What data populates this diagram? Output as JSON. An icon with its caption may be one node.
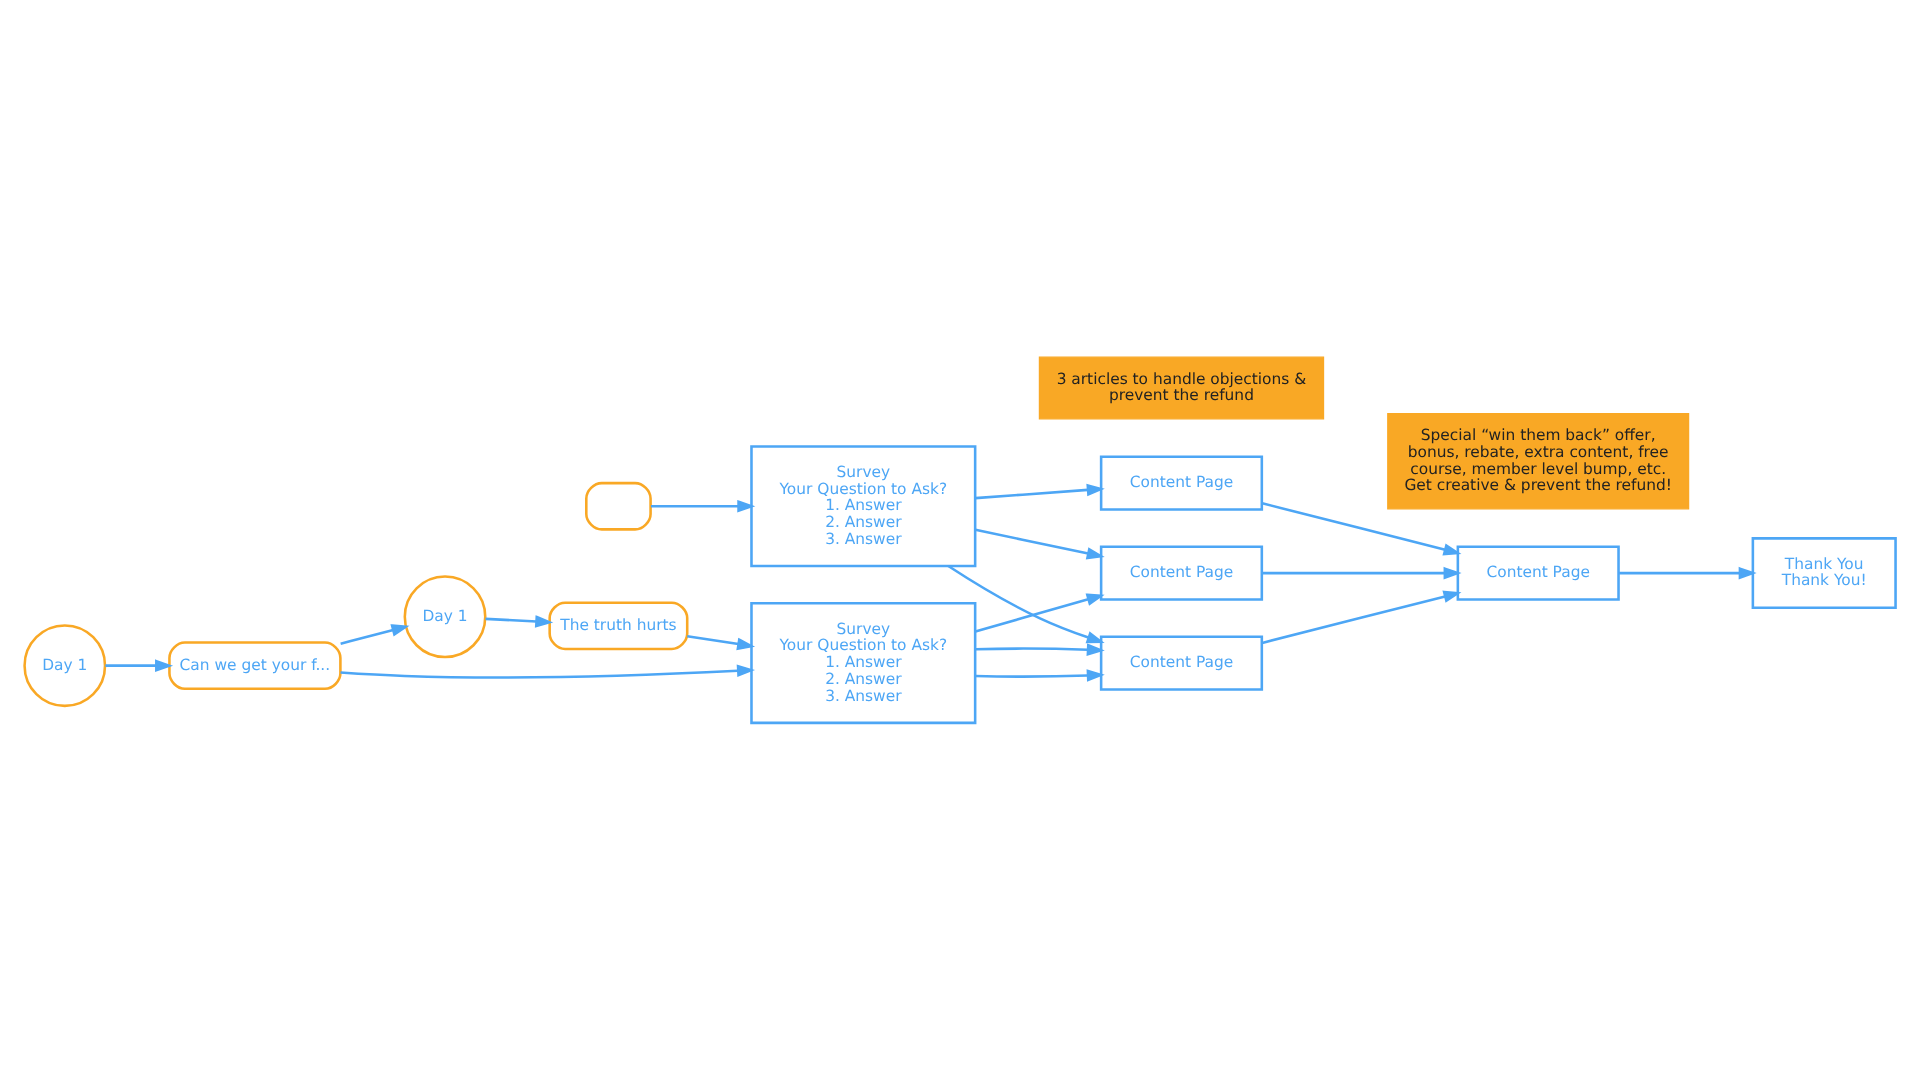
{
  "diagram": {
    "nodes": [
      {
        "text": [],
        "shape": "box"
      },
      {
        "text": [
          "Survey",
          "Your Question to Ask?",
          "1. Answer",
          "2. Answer",
          "3. Answer"
        ]
      },
      {
        "text": [
          "Day 1"
        ]
      },
      {
        "text": [
          "Can we get your f..."
        ]
      },
      {
        "text": [
          "Day 1"
        ]
      },
      {
        "text": [
          "The truth hurts"
        ]
      },
      {
        "text": [
          "Content Page"
        ]
      },
      {
        "text": [
          "Content Page"
        ]
      },
      {
        "text": [
          "Survey",
          "Your Question to Ask?",
          "1. Answer",
          "2. Answer",
          "3. Answer"
        ]
      },
      {
        "text": [
          "Content Page"
        ]
      },
      {
        "text": [
          "Content Page"
        ]
      },
      {
        "text": [
          "Thank You",
          "Thank You!"
        ]
      },
      {
        "text": [
          "3 articles to handle objections & prevent the refund"
        ]
      },
      {
        "text": [
          "Special “win them back” offer, bonus, rebate, extra content, free course, member level bump, etc. Get creative & prevent the refund!"
        ]
      }
    ],
    "edges": [
      {
        "from": 0,
        "to": 1,
        "arrow": "to"
      },
      {
        "from": 2,
        "to": 3,
        "arrow": "to"
      },
      {
        "from": 3,
        "to": 4,
        "arrow": "to"
      },
      {
        "from": 4,
        "to": 5,
        "arrow": "to"
      },
      {
        "from": 1,
        "to": 6,
        "arrow": "to"
      },
      {
        "from": 1,
        "to": 9,
        "arrow": "to"
      },
      {
        "from": 1,
        "to": 7,
        "arrow": "to"
      },
      {
        "from": 3,
        "to": 8,
        "arrow": "to"
      },
      {
        "from": 5,
        "to": 8,
        "arrow": "to"
      },
      {
        "from": 8,
        "to": 7,
        "arrow": "to"
      },
      {
        "from": 8,
        "to": 7,
        "arrow": "to"
      },
      {
        "from": 8,
        "to": 9,
        "arrow": "to"
      },
      {
        "from": 6,
        "to": 10,
        "arrow": "to"
      },
      {
        "from": 9,
        "to": 10,
        "arrow": "to"
      },
      {
        "from": 7,
        "to": 10,
        "arrow": "to"
      },
      {
        "from": 10,
        "to": 11,
        "arrow": "to"
      }
    ]
  }
}
